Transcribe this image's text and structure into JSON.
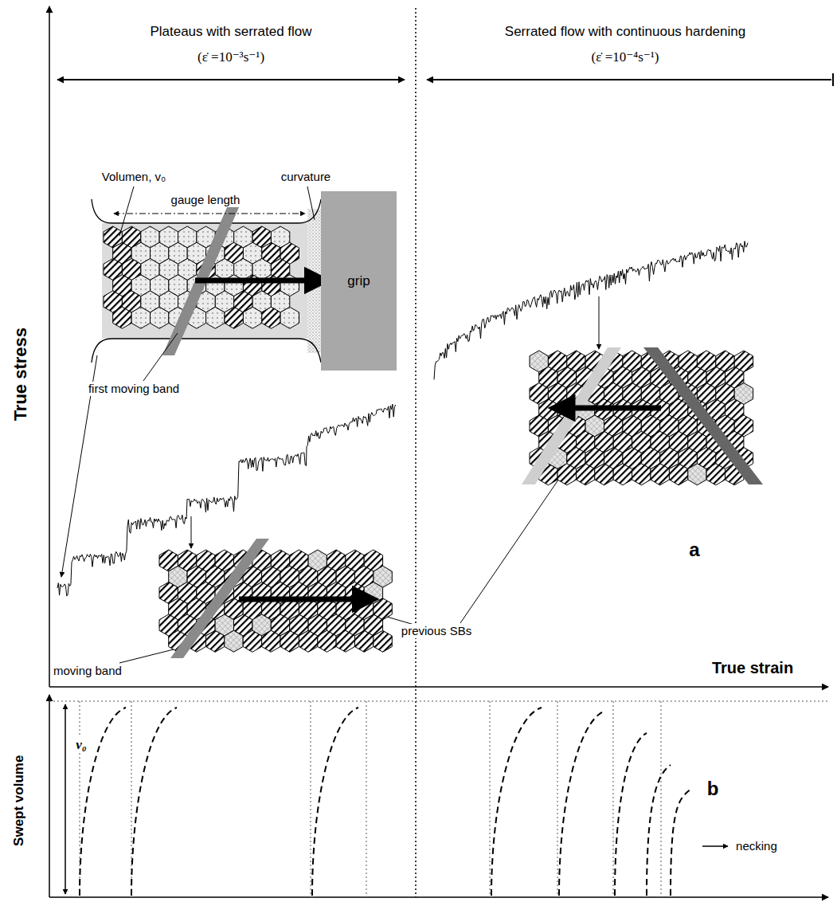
{
  "diagram": {
    "nodes": [
      {
        "text": [
          "grip"
        ]
      }
    ],
    "labels": [
      "Plateaus with serrated flow",
      "Serrated flow with continuous hardening",
      "(ε̇ =10⁻³s⁻¹)",
      "(ε̇ =10⁻⁴s⁻¹)",
      "Volumen, v₀",
      "curvature",
      "gauge length",
      "first moving band",
      "True stress",
      "previous SBs",
      "moving band",
      "a",
      "True strain",
      "Swept volume",
      "v₀",
      "b",
      "necking"
    ]
  }
}
